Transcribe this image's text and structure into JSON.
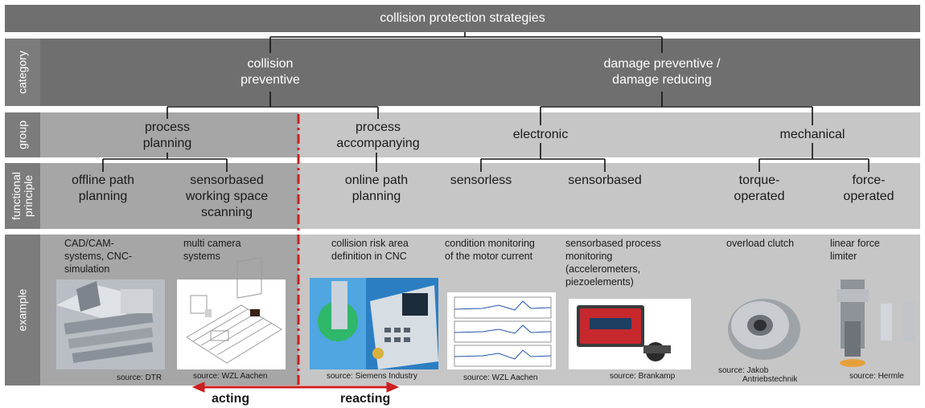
{
  "title": "collision protection strategies",
  "row_labels": {
    "category": "category",
    "group": "group",
    "functional_principle": "functional\nprinciple",
    "example": "example"
  },
  "categories": {
    "collision_preventive": "collision\npreventive",
    "damage": "damage preventive /\ndamage reducing"
  },
  "groups": {
    "process_planning": "process\nplanning",
    "process_accompanying": "process\naccompanying",
    "electronic": "electronic",
    "mechanical": "mechanical"
  },
  "principles": {
    "offline": "offline path\nplanning",
    "sensorbased_scanning": "sensorbased\nworking space\nscanning",
    "online": "online path\nplanning",
    "sensorless": "sensorless",
    "sensorbased": "sensorbased",
    "torque": "torque-\noperated",
    "force": "force-\noperated"
  },
  "examples": {
    "cad": "CAD/CAM-\nsystems, CNC-\nsimulation",
    "multicam": "multi camera\nsystems",
    "collision_risk": "collision risk area\ndefinition in CNC",
    "condition": "condition monitoring\nof the motor current",
    "process_monitoring": "sensorbased process\nmonitoring\n(accelerometers,\npiezoelements)",
    "clutch": "overload clutch",
    "limiter": "linear force\nlimiter"
  },
  "sources": {
    "dtr": "source: DTR",
    "wzl1": "source: WZL Aachen",
    "siemens": "source: Siemens Industry",
    "wzl2": "source: WZL Aachen",
    "brankamp": "source: Brankamp",
    "jakob": "source: Jakob\n           Antriebstechnik",
    "hermle": "source: Hermle"
  },
  "arrow": {
    "left_label": "acting",
    "right_label": "reacting"
  },
  "colors": {
    "dark_band": "#6f6f6f",
    "light_band": "#c6c6c6",
    "mid_band": "#a6a6a6",
    "divider": "#cc1f1f"
  }
}
